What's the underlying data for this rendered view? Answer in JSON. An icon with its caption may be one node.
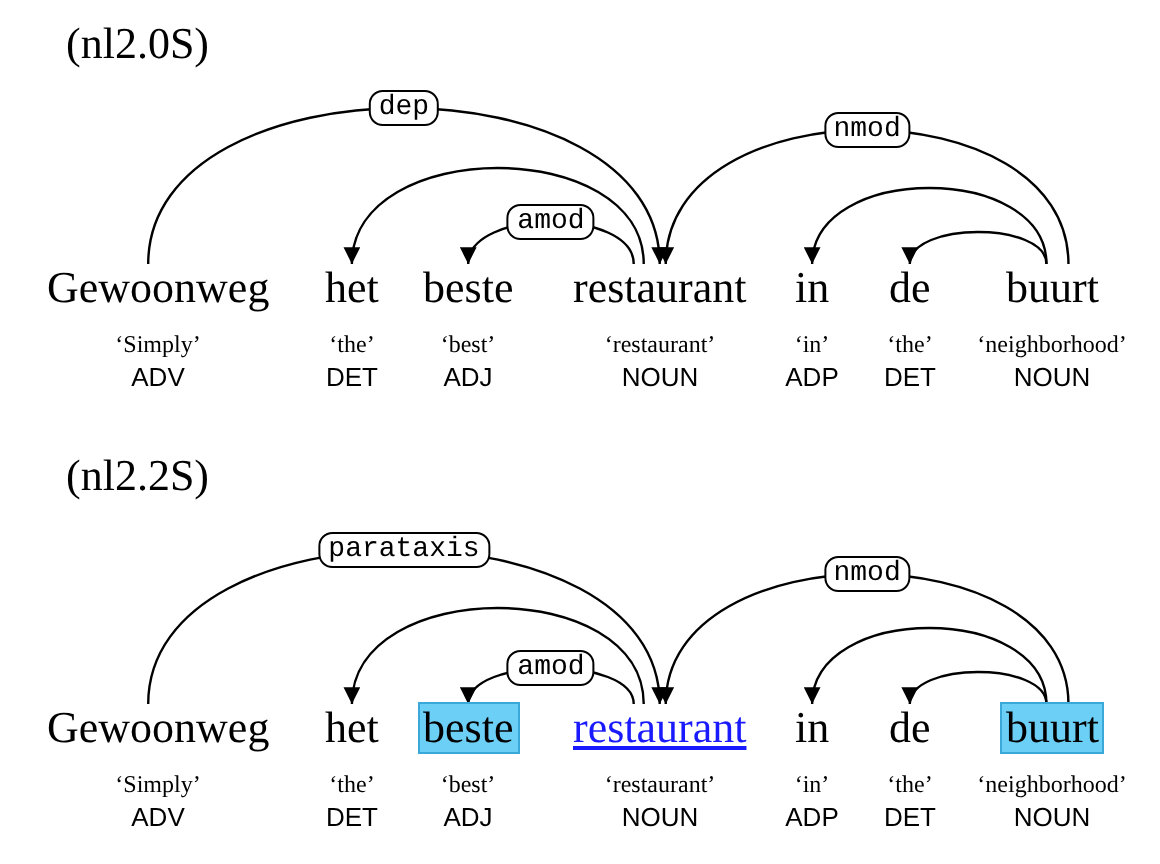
{
  "diagram": {
    "nodes": [
      {
        "text": [
          "Gewoonweg"
        ],
        "beside": [
          "‘Simply’",
          "ADV"
        ]
      },
      {
        "text": [
          "het"
        ],
        "beside": [
          "‘the’",
          "DET"
        ]
      },
      {
        "text": [
          "beste"
        ],
        "beside": [
          "‘best’",
          "ADJ"
        ]
      },
      {
        "text": [
          "restaurant"
        ],
        "beside": [
          "‘restaurant’",
          "NOUN"
        ]
      },
      {
        "text": [
          "in"
        ],
        "beside": [
          "‘in’",
          "ADP"
        ]
      },
      {
        "text": [
          "de"
        ],
        "beside": [
          "‘the’",
          "DET"
        ]
      },
      {
        "text": [
          "buurt"
        ],
        "beside": [
          "‘neighborhood’",
          "NOUN"
        ]
      },
      {
        "text": [
          "Gewoonweg"
        ],
        "beside": [
          "‘Simply’",
          "ADV"
        ]
      },
      {
        "text": [
          "het"
        ],
        "beside": [
          "‘the’",
          "DET"
        ]
      },
      {
        "text": [
          "beste"
        ],
        "beside": [
          "‘best’",
          "ADJ"
        ]
      },
      {
        "text": [
          "restaurant"
        ],
        "beside": [
          "‘restaurant’",
          "NOUN"
        ]
      },
      {
        "text": [
          "in"
        ],
        "beside": [
          "‘in’",
          "ADP"
        ]
      },
      {
        "text": [
          "de"
        ],
        "beside": [
          "‘the’",
          "DET"
        ]
      },
      {
        "text": [
          "buurt"
        ],
        "beside": [
          "‘neighborhood’",
          "NOUN"
        ]
      }
    ],
    "edges": [
      {
        "from": 0,
        "to": 3,
        "arrow": "to",
        "label": "dep"
      },
      {
        "from": 3,
        "to": 1,
        "arrow": "to"
      },
      {
        "from": 3,
        "to": 2,
        "arrow": "to",
        "label": "amod"
      },
      {
        "from": 6,
        "to": 3,
        "arrow": "to",
        "label": "nmod"
      },
      {
        "from": 6,
        "to": 4,
        "arrow": "to"
      },
      {
        "from": 6,
        "to": 5,
        "arrow": "to"
      },
      {
        "from": 7,
        "to": 10,
        "arrow": "to",
        "label": "parataxis"
      },
      {
        "from": 10,
        "to": 8,
        "arrow": "to"
      },
      {
        "from": 10,
        "to": 9,
        "arrow": "to",
        "label": "amod"
      },
      {
        "from": 13,
        "to": 10,
        "arrow": "to",
        "label": "nmod"
      },
      {
        "from": 13,
        "to": 11,
        "arrow": "to"
      },
      {
        "from": 13,
        "to": 12,
        "arrow": "to"
      }
    ],
    "labels": [
      "(nl2.0S)",
      "(nl2.2S)"
    ]
  }
}
